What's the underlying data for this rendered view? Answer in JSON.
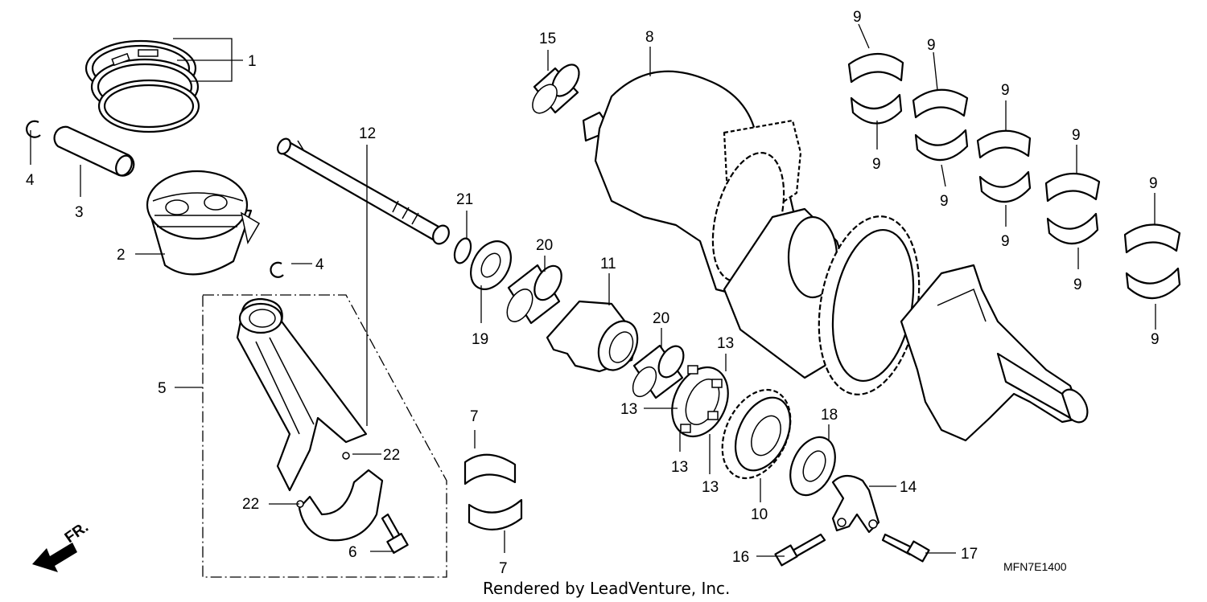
{
  "diagram_code": "MFN7E1400",
  "credit": "Rendered by LeadVenture, Inc.",
  "front_marker": "FR.",
  "callouts": {
    "c1": "1",
    "c2": "2",
    "c3": "3",
    "c4": "4",
    "c5": "5",
    "c6": "6",
    "c7": "7",
    "c8": "8",
    "c9": "9",
    "c10": "10",
    "c11": "11",
    "c12": "12",
    "c13": "13",
    "c14": "14",
    "c15": "15",
    "c16": "16",
    "c17": "17",
    "c18": "18",
    "c19": "19",
    "c20": "20",
    "c21": "21",
    "c22": "22"
  }
}
